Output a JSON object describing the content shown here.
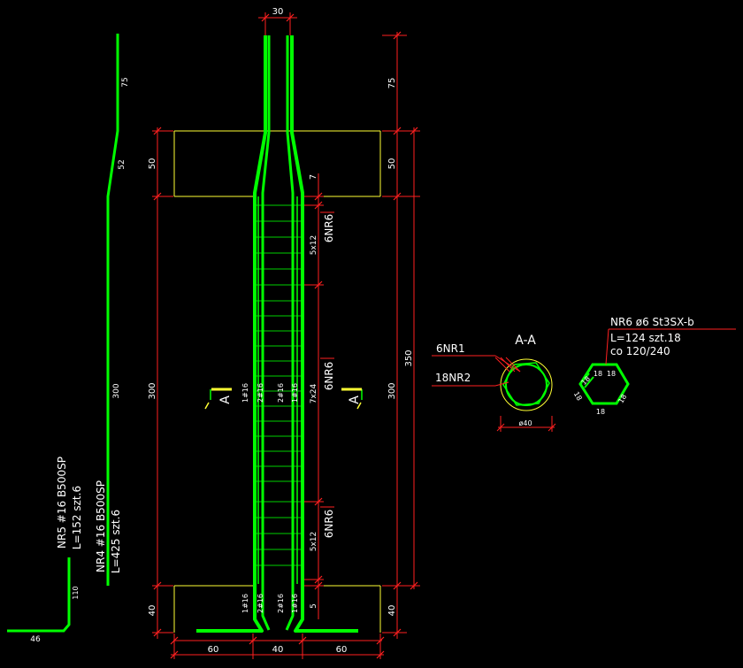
{
  "colors": {
    "rebar": "#00ff00",
    "dim": "#ff2020",
    "outline": "#ffff33",
    "text": "#ffffff",
    "grid": "#00d000"
  },
  "dims": {
    "top_width": "30",
    "bottom_60_left": "60",
    "bottom_40": "40",
    "bottom_60_right": "60",
    "right_75": "75",
    "right_50": "50",
    "right_300": "300",
    "right_40": "40",
    "right_350": "350",
    "left_50": "50",
    "left_300": "300",
    "left_40": "40",
    "inner_7": "7",
    "inner_5x12_top": "5x12",
    "inner_7x24": "7x24",
    "inner_5x12_bot": "5x12",
    "inner_5": "5",
    "bar_75": "75",
    "bar_52": "52",
    "bar_300": "300",
    "bar_110": "110",
    "bar_46": "46"
  },
  "labels": {
    "stirrup_top": "6NR6",
    "stirrup_mid": "6NR6",
    "stirrup_bot": "6NR6",
    "bar_1_16_a": "1#16",
    "bar_2_16_a": "2#16",
    "bar_2_16_b": "2#16",
    "bar_1_16_b": "1#16",
    "bot_1_16_a": "1#16",
    "bot_2_16_a": "2#16",
    "bot_2_16_b": "2#16",
    "bot_1_16_b": "1#16",
    "section_mark_left": "A",
    "section_mark_right": "A"
  },
  "nr5": {
    "line1": "NR5  #16  B500SP",
    "line2": "L=152  szt.6"
  },
  "nr4": {
    "line1": "NR4  #16  B500SP",
    "line2": "L=425  szt.6"
  },
  "section": {
    "title": "A-A",
    "callout_nr1": "6NR1",
    "callout_nr2": "18NR2",
    "diameter": "ø40"
  },
  "nr6": {
    "line1": "NR6   ø6   St3SX-b",
    "line2": "L=124   szt.18",
    "line3": "co 120/240",
    "side_top_a": "18",
    "side_top_b": "18",
    "side_right": "18",
    "side_bottom": "18",
    "side_left": "18",
    "hook": "18"
  }
}
